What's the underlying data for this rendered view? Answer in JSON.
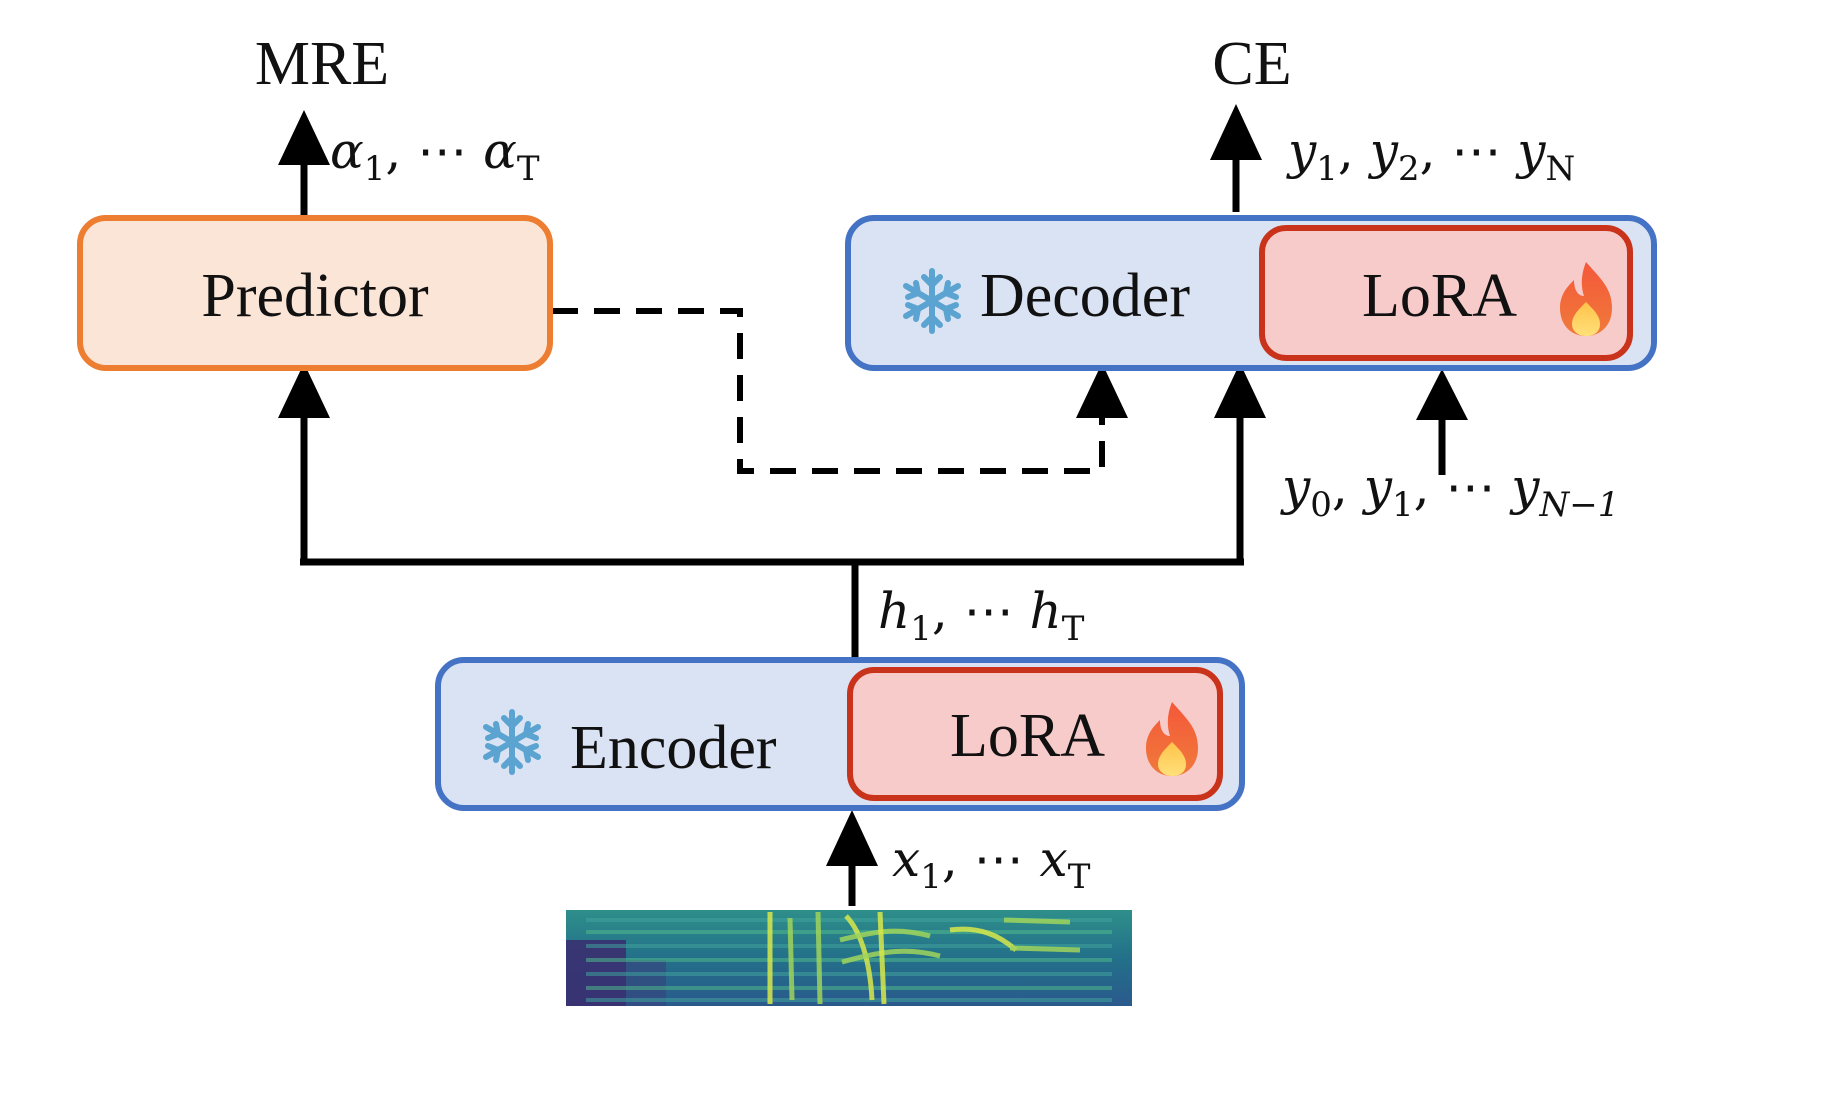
{
  "outputs": {
    "predictor_loss": "MRE",
    "decoder_loss": "CE"
  },
  "blocks": {
    "predictor": {
      "label": "Predictor"
    },
    "decoder": {
      "label": "Decoder",
      "adapter_label": "LoRA",
      "frozen_icon": "snowflake-icon",
      "trainable_icon": "fire-icon"
    },
    "encoder": {
      "label": "Encoder",
      "adapter_label": "LoRA",
      "frozen_icon": "snowflake-icon",
      "trainable_icon": "fire-icon"
    }
  },
  "signals": {
    "alpha_var": "α",
    "alpha_sub_first": "1",
    "alpha_sep": ", ⋯ ",
    "alpha_sub_last": "T",
    "y_var": "y",
    "y_sub_1": "1",
    "y_sub_2": "2",
    "y_sep": ", ",
    "y_dots": ", ⋯ ",
    "y_sub_last": "N",
    "yin_sub_0": "0",
    "yin_sub_1": "1",
    "yin_sub_last": "N−1",
    "h_var": "h",
    "h_sub_first": "1",
    "h_sub_last": "T",
    "x_var": "x",
    "x_sub_first": "1",
    "x_sub_last": "T"
  },
  "colors": {
    "predictor_fill": "#FBE5D6",
    "predictor_border": "#ED7D31",
    "frozen_fill": "#DAE3F3",
    "frozen_border": "#4472C4",
    "lora_fill": "#F8CBCB",
    "lora_border": "#C9331B",
    "snowflake": "#5BA3D0"
  }
}
